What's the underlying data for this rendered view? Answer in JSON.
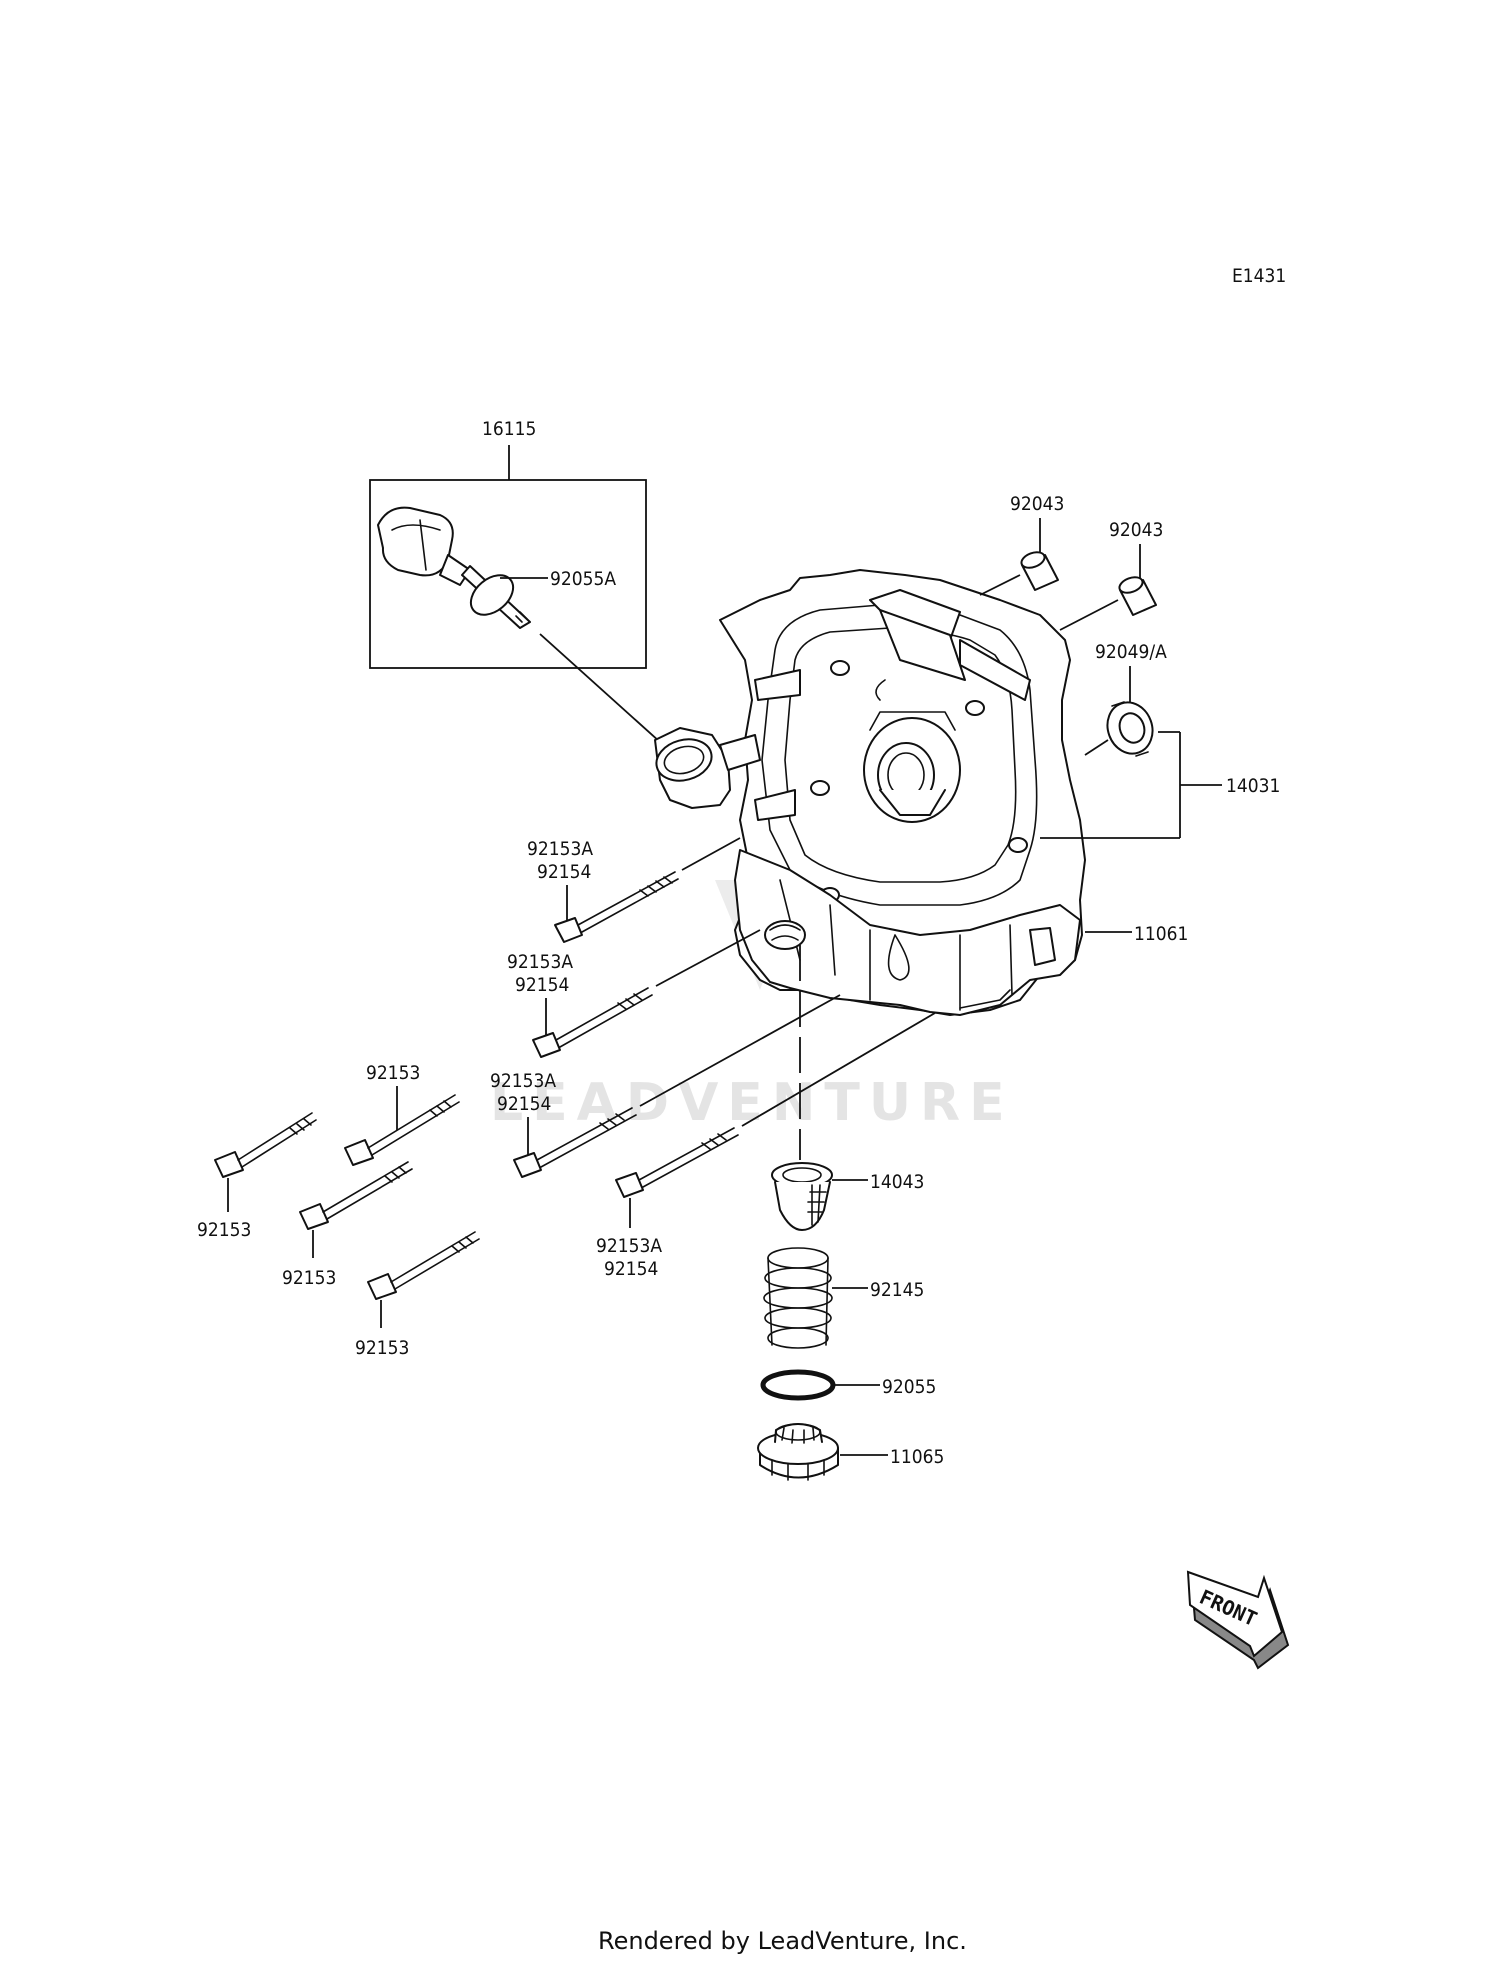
{
  "diagram_code": "E1431",
  "watermark": "LEADVENTURE",
  "front_label": "FRONT",
  "footer": "Rendered by LeadVenture, Inc.",
  "parts": {
    "oil_gauge_assy": "16115",
    "oring_gauge": "92055A",
    "dowel_pin_1": "92043",
    "dowel_pin_2": "92043",
    "oil_seal": "92049/A",
    "cover_assy": "14031",
    "crankcase_cover": "11061",
    "bolt_a_1": "92153A",
    "bolt_b_1": "92154",
    "bolt_a_2": "92153A",
    "bolt_b_2": "92154",
    "bolt_a_3": "92153A",
    "bolt_b_3": "92154",
    "bolt_a_4": "92153A",
    "bolt_b_4": "92154",
    "bolt_1": "92153",
    "bolt_2": "92153",
    "bolt_3": "92153",
    "bolt_4": "92153",
    "filter": "14043",
    "spring": "92145",
    "oring_plug": "92055",
    "drain_plug": "11065"
  }
}
